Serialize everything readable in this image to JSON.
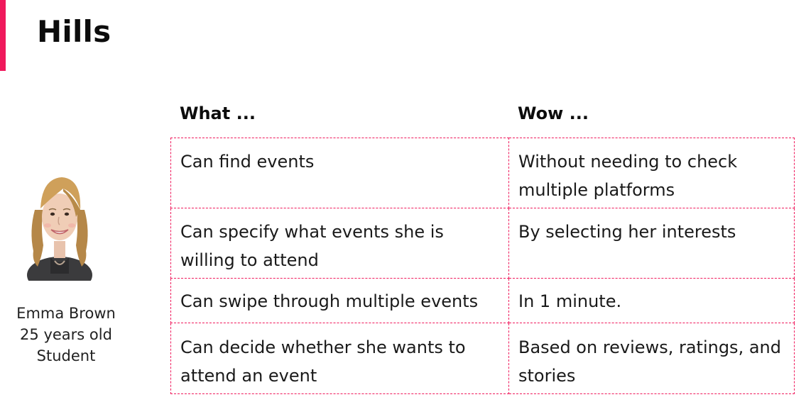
{
  "slide": {
    "title": "Hills",
    "accent_color": "#f0195c"
  },
  "persona": {
    "image_icon": "persona-photo",
    "name": "Emma Brown",
    "age": "25 years old",
    "role": "Student"
  },
  "table": {
    "headers": {
      "what": "What ...",
      "wow": "Wow ..."
    },
    "rows": [
      {
        "what": "Can find events",
        "wow": "Without needing to check multiple platforms"
      },
      {
        "what": "Can specify what events she is willing to attend",
        "wow": "By selecting her interests"
      },
      {
        "what": "Can swipe through multiple events",
        "wow": "In 1 minute."
      },
      {
        "what": "Can decide whether she wants to attend an event",
        "wow": "Based on reviews, ratings, and stories"
      }
    ],
    "border_color": "#f0195c"
  }
}
